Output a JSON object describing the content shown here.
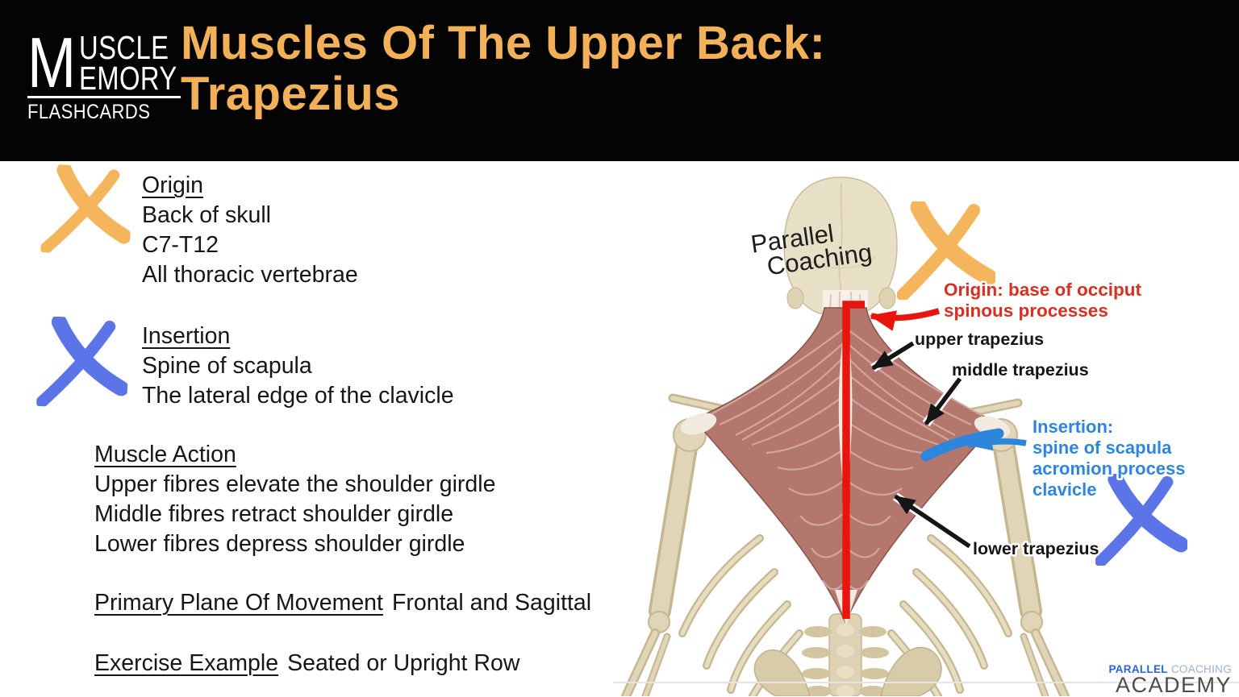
{
  "colors": {
    "header_black": "#040404",
    "title_orange": "#F2B158",
    "x_orange": "#F5B55D",
    "x_blue": "#5B74E8",
    "origin_red": "#D92F23",
    "red_line": "#E8150D",
    "insertion_blue": "#2E86DC",
    "muscle": "#B3776E",
    "bone": "#E0D5B6"
  },
  "header": {
    "logo": {
      "m": "M",
      "word1": "USCLE",
      "word2": "EMORY",
      "word3": "FLASHCARDS"
    },
    "title_line1": "Muscles Of The Upper Back:",
    "title_line2": "Trapezius"
  },
  "cards": {
    "origin": {
      "heading": "Origin",
      "lines": [
        "Back of skull",
        "C7-T12",
        "All thoracic vertebrae"
      ]
    },
    "insertion": {
      "heading": "Insertion",
      "lines": [
        "Spine of scapula",
        "The lateral edge of the clavicle"
      ]
    },
    "muscle_action": {
      "heading": "Muscle Action",
      "lines": [
        "Upper fibres elevate the shoulder girdle",
        "Middle fibres retract shoulder girdle",
        "Lower fibres depress shoulder girdle"
      ]
    },
    "plane": {
      "heading": "Primary Plane Of Movement",
      "text": "Frontal and Sagittal"
    },
    "exercise": {
      "heading": "Exercise Example",
      "text": "Seated or Upright Row"
    }
  },
  "diagram": {
    "watermark": {
      "line1": "Parallel",
      "line2": "Coaching"
    },
    "origin_label": {
      "line1": "Origin: base  of occiput",
      "line2": "spinous processes"
    },
    "upper_label": "upper trapezius",
    "middle_label": "middle trapezius",
    "lower_label": "lower trapezius",
    "insertion_label": {
      "line1": "Insertion:",
      "line2": "spine of scapula",
      "line3": "acromion process",
      "line4": "clavicle"
    }
  },
  "footer_logo": {
    "parallel": "PARALLEL",
    "coaching": "COACHING",
    "academy": "ACADEMY"
  }
}
